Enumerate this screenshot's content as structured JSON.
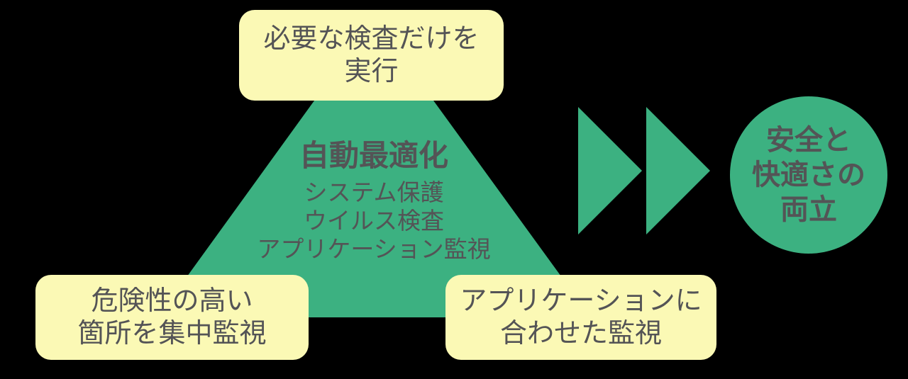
{
  "colors": {
    "green": "#3cb181",
    "yellow": "#fbf9b5",
    "text": "#545456",
    "bg": "#000000"
  },
  "top_box": {
    "lines": [
      "必要な検査だけを",
      "実行"
    ]
  },
  "triangle": {
    "title": "自動最適化",
    "items": [
      "システム保護",
      "ウイルス検査",
      "アプリケーション監視"
    ]
  },
  "bottom_left_box": {
    "lines": [
      "危険性の高い",
      "箇所を集中監視"
    ]
  },
  "bottom_right_box": {
    "lines": [
      "アプリケーションに",
      "合わせた監視"
    ]
  },
  "result_circle": {
    "lines": [
      "安全と",
      "快適さの",
      "両立"
    ]
  }
}
